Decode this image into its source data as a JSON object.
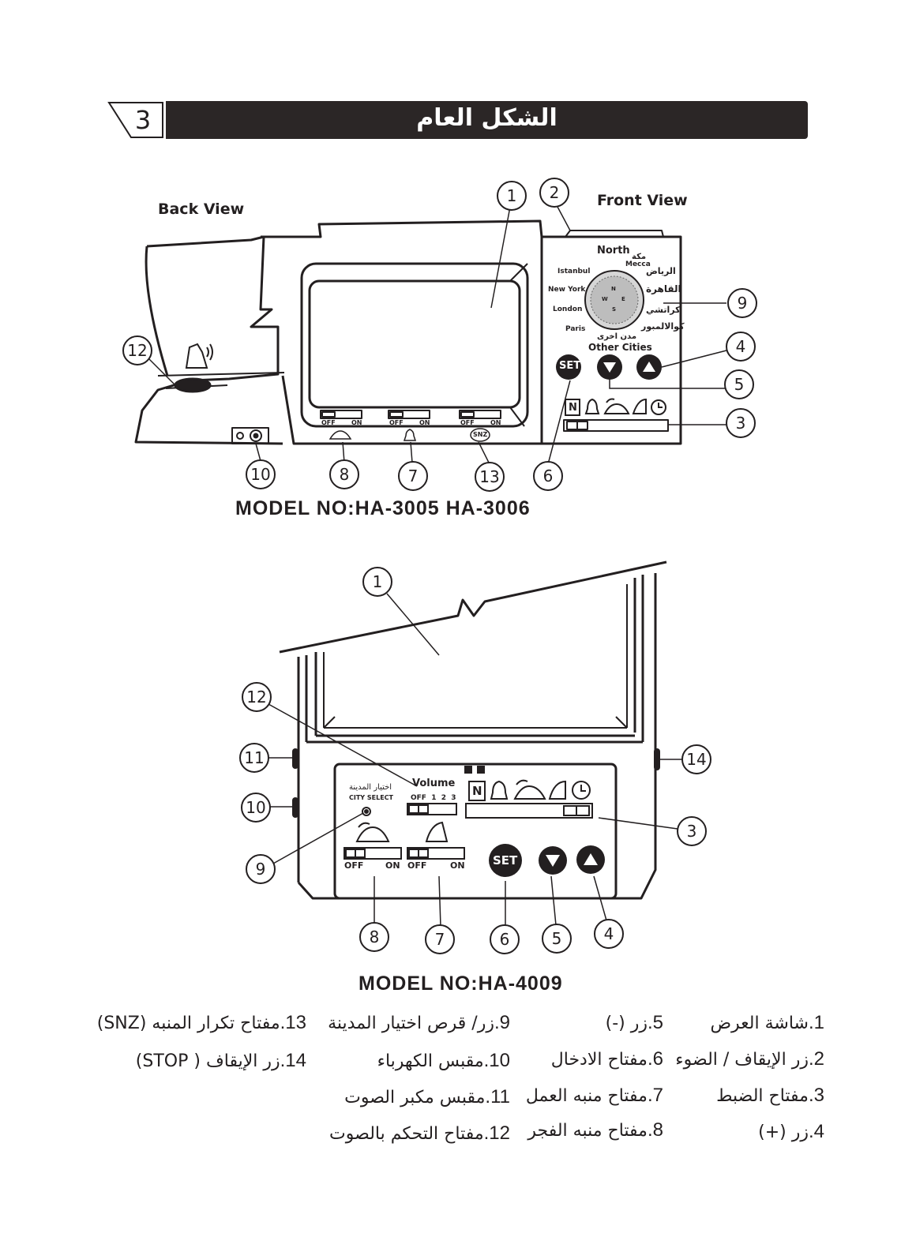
{
  "page": {
    "number": "3",
    "title": "الشكل العام"
  },
  "figure1": {
    "back_view_label": "Back View",
    "front_view_label": "Front View",
    "model_label": "MODEL NO:HA-3005  HA-3006",
    "city_dial": {
      "north": "North",
      "mecca": "Mecca",
      "mecca_ar": "مكة",
      "cities_left": [
        "Istanbul",
        "New York",
        "London",
        "Paris"
      ],
      "cities_right": [
        "الرياض",
        "القاهرة",
        "كراتشي",
        "كوالالمبور"
      ],
      "other_ar": "مدن اخرى",
      "other_en": "Other Cities",
      "compass": [
        "N",
        "W",
        "E",
        "S"
      ]
    },
    "switch_off": "OFF",
    "switch_on": "ON",
    "snz": "SNZ",
    "set": "SET",
    "mode_n": "N",
    "callouts": [
      "1",
      "2",
      "3",
      "4",
      "5",
      "6",
      "7",
      "8",
      "9",
      "10",
      "12",
      "13"
    ]
  },
  "figure2": {
    "model_label": "MODEL NO:HA-4009",
    "city_select_ar": "اختيار المدينة",
    "city_select_en": "CITY SELECT",
    "volume_label": "Volume",
    "volume_scale": "OFF  1  2  3",
    "switch_off": "OFF",
    "switch_on": "ON",
    "set": "SET",
    "mode_n": "N",
    "callouts": [
      "1",
      "3",
      "4",
      "5",
      "6",
      "7",
      "8",
      "9",
      "10",
      "11",
      "12",
      "14"
    ]
  },
  "legend": [
    {
      "num": "1.",
      "text": "شاشة العرض"
    },
    {
      "num": "2.",
      "text": "زر الإيقاف / الضوء"
    },
    {
      "num": "3.",
      "text": "مفتاح الضبط"
    },
    {
      "num": "4.",
      "text": "زر (+)"
    },
    {
      "num": "5.",
      "text": "زر (-)"
    },
    {
      "num": "6.",
      "text": "مفتاح الادخال"
    },
    {
      "num": "7.",
      "text": "مفتاح منبه العمل"
    },
    {
      "num": "8.",
      "text": "مفتاح منبه الفجر"
    },
    {
      "num": "9.",
      "text": "زر/ قرص اختيار المدينة"
    },
    {
      "num": "10.",
      "text": "مقبس الكهرباء"
    },
    {
      "num": "11.",
      "text": "مقبس مكبر الصوت"
    },
    {
      "num": "12.",
      "text": "مفتاح التحكم بالصوت"
    },
    {
      "num": "13.",
      "text": "مفتاح تكرار المنبه (SNZ)"
    },
    {
      "num": "14.",
      "text": "زر الإيقاف ( STOP)"
    }
  ]
}
